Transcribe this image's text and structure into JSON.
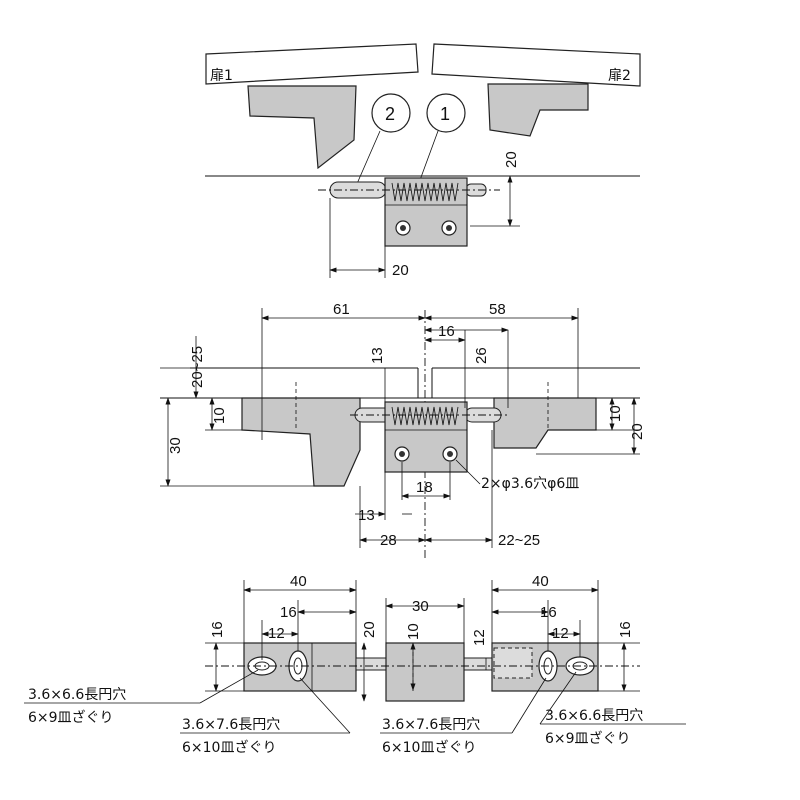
{
  "top_view": {
    "door1_label": "扉1",
    "door2_label": "扉2",
    "callout_2": "2",
    "callout_1": "1",
    "dim_height": "20",
    "dim_width": "20"
  },
  "middle_view": {
    "dim_61": "61",
    "dim_58": "58",
    "dim_16": "16",
    "dim_26": "26",
    "dim_13_v": "13",
    "dim_20_25": "20~25",
    "dim_10_left": "10",
    "dim_30": "30",
    "dim_10_right": "10",
    "dim_20_right": "20",
    "dim_18": "18",
    "dim_13_h": "13",
    "dim_28": "28",
    "dim_22_25": "22~25",
    "hole_note": "2×φ3.6穴φ6皿"
  },
  "bottom_view": {
    "left_40": "40",
    "left_16_h": "16",
    "left_12": "12",
    "left_16_v": "16",
    "left_20_v": "20",
    "mid_30": "30",
    "mid_10": "10",
    "mid_12": "12",
    "right_40": "40",
    "right_16_h": "16",
    "right_12": "12",
    "right_16_v": "16",
    "note_left_1": "3.6×6.6長円穴",
    "note_left_2": "6×9皿ざぐり",
    "note_mid_left_1": "3.6×7.6長円穴",
    "note_mid_left_2": "6×10皿ざぐり",
    "note_mid_right_1": "3.6×7.6長円穴",
    "note_mid_right_2": "6×10皿ざぐり",
    "note_right_1": "3.6×6.6長円穴",
    "note_right_2": "6×9皿ざぐり"
  }
}
